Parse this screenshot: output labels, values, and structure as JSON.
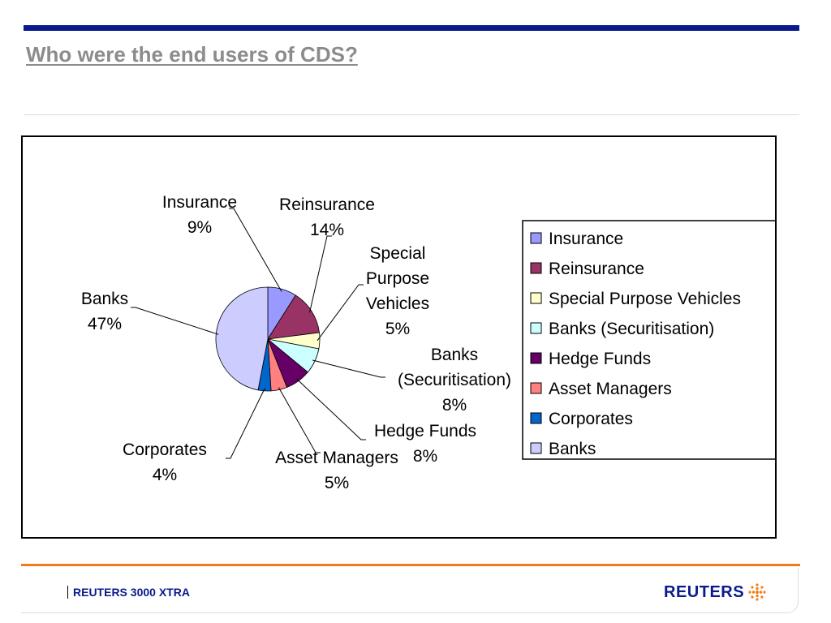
{
  "header": {
    "title": "Who were the end users of CDS?"
  },
  "chart_data": {
    "type": "pie",
    "title": "",
    "categories": [
      "Insurance",
      "Reinsurance",
      "Special Purpose Vehicles",
      "Banks (Securitisation)",
      "Hedge Funds",
      "Asset Managers",
      "Corporates",
      "Banks"
    ],
    "values": [
      9,
      14,
      5,
      8,
      8,
      5,
      4,
      47
    ],
    "unit": "%",
    "data_labels": [
      {
        "lines": [
          "Insurance",
          "9%"
        ]
      },
      {
        "lines": [
          "Reinsurance",
          "14%"
        ]
      },
      {
        "lines": [
          "Special",
          "Purpose",
          "Vehicles",
          "5%"
        ]
      },
      {
        "lines": [
          "Banks",
          "(Securitisation)",
          "8%"
        ]
      },
      {
        "lines": [
          "Hedge Funds",
          "8%"
        ]
      },
      {
        "lines": [
          "Asset Managers",
          "5%"
        ]
      },
      {
        "lines": [
          "Corporates",
          "4%"
        ]
      },
      {
        "lines": [
          "Banks",
          "47%"
        ]
      }
    ],
    "colors": [
      "#9999ff",
      "#993366",
      "#ffffcc",
      "#ccffff",
      "#660066",
      "#ff8080",
      "#0066cc",
      "#ccccff"
    ],
    "legend": {
      "position": "right",
      "entries": [
        "Insurance",
        "Reinsurance",
        "Special Purpose Vehicles",
        "Banks (Securitisation)",
        "Hedge Funds",
        "Asset Managers",
        "Corporates",
        "Banks"
      ]
    }
  },
  "footer": {
    "product": "REUTERS 3000 XTRA",
    "brand": "REUTERS"
  }
}
